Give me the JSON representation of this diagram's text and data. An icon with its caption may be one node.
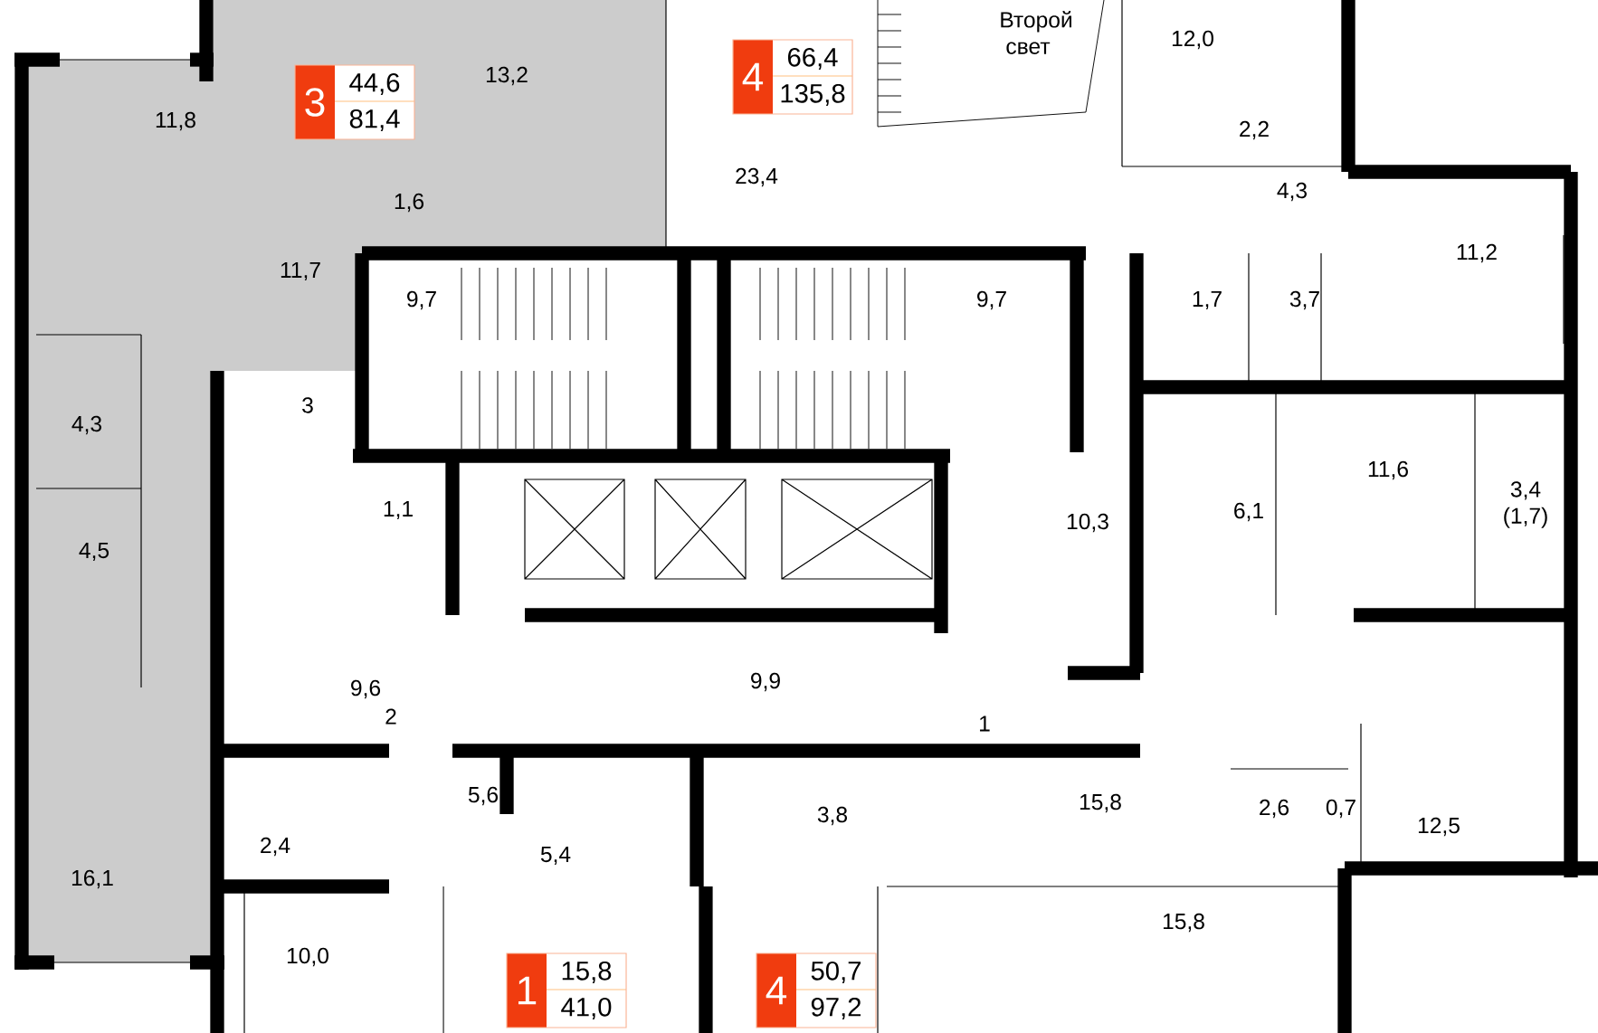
{
  "diagram": {
    "nodes": [
      {
        "text": [
          "3",
          "44,6",
          "81,4"
        ]
      },
      {
        "text": [
          "4",
          "66,4",
          "135,8"
        ]
      },
      {
        "text": [
          "1",
          "15,8",
          "41,0"
        ]
      },
      {
        "text": [
          "4",
          "50,7",
          "97,2"
        ]
      }
    ],
    "labels": [
      "Второй свет",
      "12,0",
      "13,2",
      "11,8",
      "23,4",
      "2,2",
      "4,3",
      "1,6",
      "11,2",
      "11,7",
      "9,7",
      "9,7",
      "1,7",
      "3,7",
      "3",
      "4,3",
      "11,6",
      "3,4 (1,7)",
      "1,1",
      "6,1",
      "10,3",
      "4,5",
      "9,6",
      "9,9",
      "2",
      "1",
      "5,6",
      "3,8",
      "15,8",
      "2,6",
      "0,7",
      "12,5",
      "2,4",
      "5,4",
      "16,1",
      "15,8",
      "10,0"
    ]
  }
}
